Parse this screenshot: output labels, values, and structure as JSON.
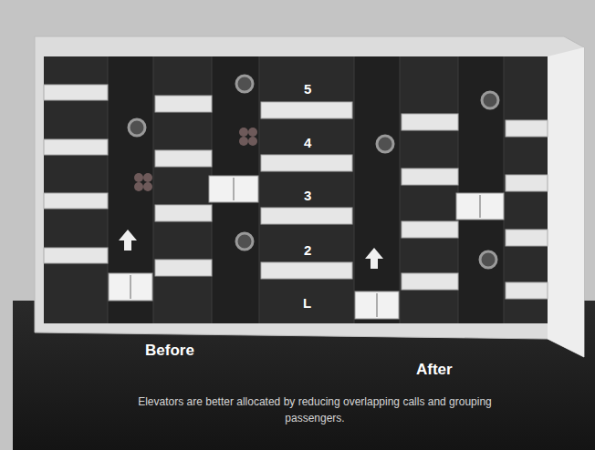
{
  "diagram": {
    "caption": "Elevators are better allocated by reducing overlapping calls and grouping passengers.",
    "labels": [
      "5",
      "4",
      "3",
      "2",
      "L",
      "Before",
      "After"
    ]
  }
}
